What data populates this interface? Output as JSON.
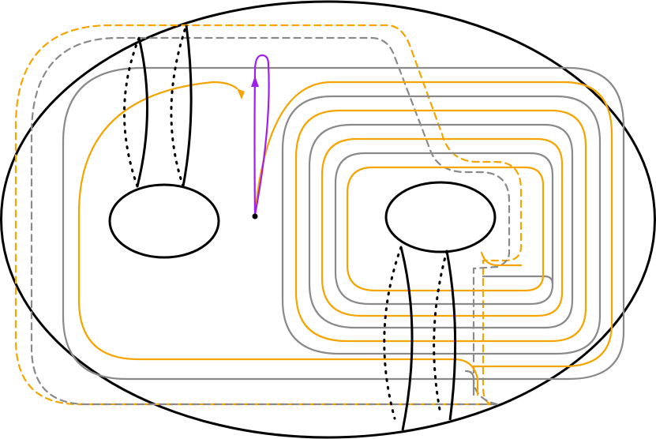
{
  "colors": {
    "surface_outline": "#000000",
    "handle_curves": "#000000",
    "gray_curves": "#8a8a8a",
    "orange_curves": "#f5a400",
    "purple_arc": "#a020f0",
    "basepoint": "#000000"
  },
  "diagram": {
    "kind": "genus-2 surface with curve systems",
    "holes": 2,
    "handle_arcs_per_hole": 2,
    "hidden_arcs_style": "dotted",
    "back_side_curves_style": "dashed",
    "gray_loops": 5,
    "orange_loops": 6,
    "marked_points": 1,
    "arrowheads": [
      "orange-arrow",
      "purple-arrow"
    ]
  }
}
